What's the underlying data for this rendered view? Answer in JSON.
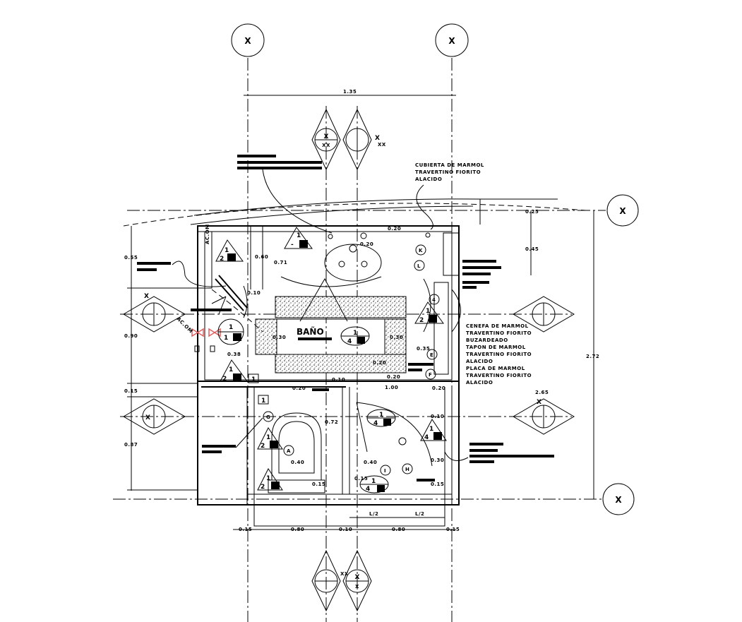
{
  "room_label": "BAÑO",
  "axis_markers": {
    "x": "X",
    "xx": "XX"
  },
  "notes": {
    "cubierta": [
      "CUBIERTA DE MARMOL",
      "TRAVERTINO FIORITO",
      "ALACIDO"
    ],
    "cenefa": [
      "CENEFA DE MARMOL",
      "TRAVERTINO FIORITO",
      "BUZARDEADO"
    ],
    "tapon": [
      "TAPON DE MARMOL",
      "TRAVERTINO FIORITO",
      "ALACIDO"
    ],
    "placa": [
      "PLACA DE MARMOL",
      "TRAVERTINO FIORITO",
      "ALACIDO"
    ],
    "acom": "AC.OM"
  },
  "dimensions": {
    "top": "1.35",
    "right_total": "2.72",
    "right_a": "0.25",
    "right_b": "0.45",
    "left_a": "0.55",
    "left_b": "0.90",
    "left_c": "0.15",
    "left_d": "0.87",
    "inner_060": "0.60",
    "inner_071": "0.71",
    "inner_010": "0.10",
    "inner_020": "0.20",
    "inner_030": "0.30",
    "inner_035": "0.35",
    "inner_038": "0.38",
    "inner_100": "1.00",
    "inner_072": "0.72",
    "inner_040a": "0.40",
    "inner_040b": "0.40",
    "inner_015": "0.15",
    "bottom": [
      "0.15",
      "0.80",
      "0.10",
      "0.80",
      "0.15"
    ],
    "half_a": "L/2",
    "half_b": "L/2",
    "side_265": "2.65"
  },
  "tags": {
    "one": "1",
    "two": "2",
    "four": "4",
    "dash": "-",
    "a": "A",
    "k": "K",
    "l": "L",
    "e": "E",
    "f": "F",
    "g": "G",
    "h": "H",
    "i": "I"
  },
  "colors": {
    "line": "#000000",
    "valve": "#e06060"
  }
}
